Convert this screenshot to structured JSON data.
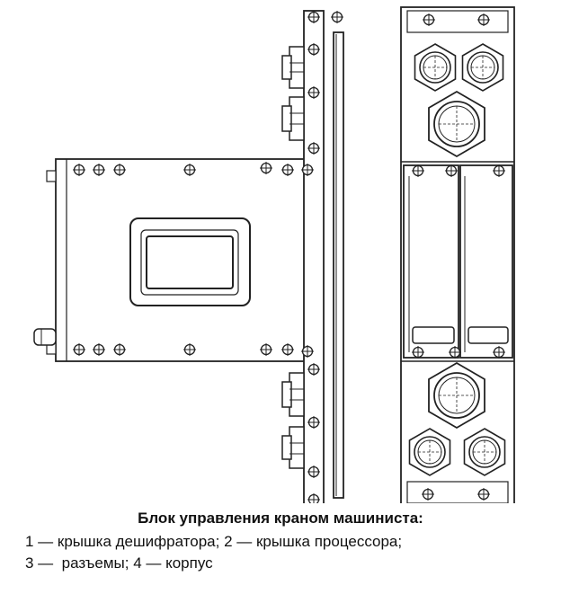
{
  "caption": {
    "title": "Блок управления краном машиниста:",
    "line1": "1 — крышка дешифратора; 2 — крышка процессора;",
    "line2": "3 —  разъемы; 4 — корпус"
  },
  "colors": {
    "ink": "#222222",
    "background": "#ffffff"
  },
  "figure": {
    "views": [
      "side-view",
      "front-view"
    ],
    "components": [
      "decoder-cover",
      "processor-cover",
      "connectors",
      "housing"
    ]
  }
}
